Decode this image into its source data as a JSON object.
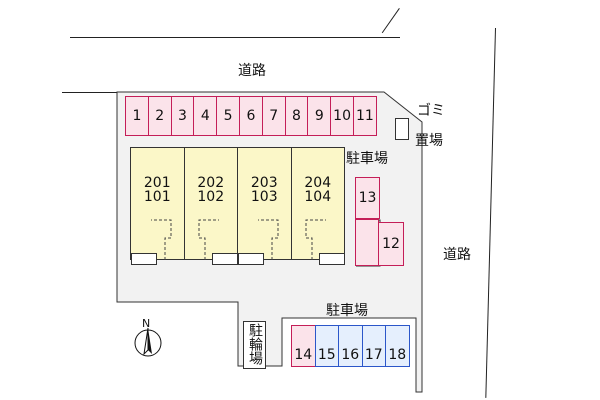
{
  "roads": {
    "top_label": "道路",
    "right_label": "道路"
  },
  "parking_labels": {
    "upper": "駐車場",
    "lower": "駐車場"
  },
  "garbage_label": {
    "line1": "ゴミ",
    "line2": "置場"
  },
  "bicycle_label": "駐輪場",
  "compass": {
    "north_label": "N"
  },
  "top_spaces": [
    "1",
    "2",
    "3",
    "4",
    "5",
    "6",
    "7",
    "8",
    "9",
    "10",
    "11"
  ],
  "side_spaces": {
    "upper": "13",
    "lower": "12"
  },
  "bottom_spaces": [
    {
      "label": "14",
      "color": "pink"
    },
    {
      "label": "15",
      "color": "blue"
    },
    {
      "label": "16",
      "color": "blue"
    },
    {
      "label": "17",
      "color": "blue"
    },
    {
      "label": "18",
      "color": "blue"
    }
  ],
  "units": [
    {
      "upper": "201",
      "lower": "101"
    },
    {
      "upper": "202",
      "lower": "102"
    },
    {
      "upper": "203",
      "lower": "103"
    },
    {
      "upper": "204",
      "lower": "104"
    }
  ],
  "colors": {
    "pink_border": "#c41e58",
    "pink_fill": "#fbe3ea",
    "blue_border": "#2b56c9",
    "blue_fill": "#e5effd",
    "unit_fill": "#fbf7c8",
    "lot_fill": "#f2f2f2"
  }
}
